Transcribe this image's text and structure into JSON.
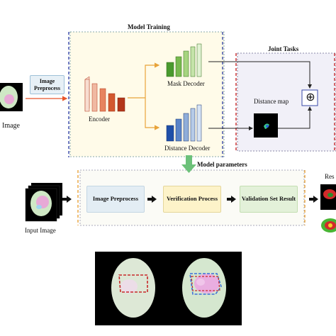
{
  "left_input": {
    "label": "Image"
  },
  "preprocess_top": {
    "label": "Image Preprocess"
  },
  "model_training": {
    "title": "Model Training",
    "encoder": "Encoder",
    "mask_decoder": "Mask Decoder",
    "distance_decoder": "Distance Decoder"
  },
  "joint_tasks": {
    "title": "Joint Tasks",
    "distance_map": "Distance map",
    "combine_symbol": "⊕"
  },
  "model_parameters": {
    "title": "Model parameters"
  },
  "pipeline": {
    "input_label": "Input Image",
    "steps": [
      "Image Preprocess",
      "Verification Process",
      "Validation Set Result"
    ],
    "result_label": "Res"
  },
  "colors": {
    "encoder_dark": "#b3361a",
    "encoder_light": "#f2c8b8",
    "mask_dark": "#4a9a2e",
    "mask_light": "#d8efc8",
    "distance_dark": "#1f4fa8",
    "distance_light": "#cfe0f3",
    "training_bg": "#fffbe9",
    "joint_bg": "#f1f0f8",
    "red_dash": "#c8292a",
    "blue_dash": "#3848a8",
    "orange_arrow": "#e8a33a",
    "green_arrow": "#6cc17a",
    "preprocess_arrow": "#e8552a"
  }
}
